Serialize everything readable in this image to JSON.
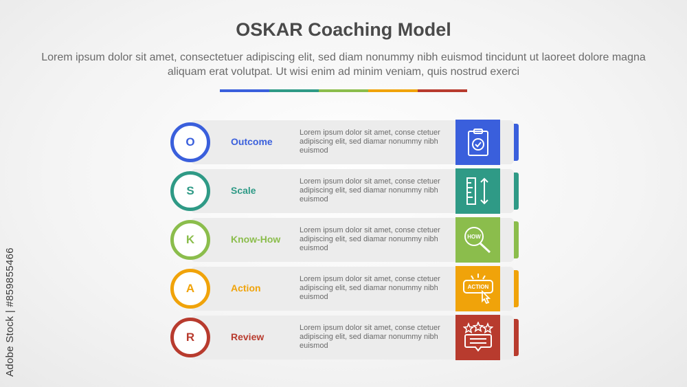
{
  "header": {
    "title": "OSKAR Coaching Model",
    "subtitle": "Lorem ipsum dolor sit amet, consectetuer adipiscing elit, sed diam nonummy nibh euismod tincidunt ut laoreet dolore magna aliquam erat volutpat. Ut wisi enim ad minim veniam, quis nostrud exerci"
  },
  "color_bar": [
    "#3a5fdc",
    "#2f9a86",
    "#8bbd4c",
    "#f0a30a",
    "#b83b2e"
  ],
  "steps": [
    {
      "letter": "O",
      "label": "Outcome",
      "desc": "Lorem ipsum dolor sit amet, conse ctetuer adipiscing elit, sed diamar nonummy nibh euismod",
      "color": "#3a5fdc",
      "icon": "clipboard-check-icon"
    },
    {
      "letter": "S",
      "label": "Scale",
      "desc": "Lorem ipsum dolor sit amet, conse ctetuer adipiscing elit, sed diamar nonummy nibh euismod",
      "color": "#2f9a86",
      "icon": "ruler-icon"
    },
    {
      "letter": "K",
      "label": "Know-How",
      "desc": "Lorem ipsum dolor sit amet, conse ctetuer adipiscing elit, sed diamar nonummy nibh euismod",
      "color": "#8bbd4c",
      "icon": "how-magnifier-icon",
      "icon_text": "HOW"
    },
    {
      "letter": "A",
      "label": "Action",
      "desc": "Lorem ipsum dolor sit amet, conse ctetuer adipiscing elit, sed diamar nonummy nibh euismod",
      "color": "#f0a30a",
      "icon": "action-button-icon",
      "icon_text": "ACTION"
    },
    {
      "letter": "R",
      "label": "Review",
      "desc": "Lorem ipsum dolor sit amet, conse ctetuer adipiscing elit, sed diamar nonummy nibh euismod",
      "color": "#b83b2e",
      "icon": "review-stars-icon"
    }
  ],
  "watermark": "Adobe Stock | #859855466"
}
